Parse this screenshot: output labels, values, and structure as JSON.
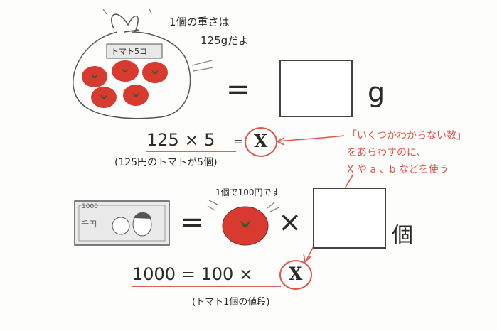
{
  "bag": {
    "label": "トマト5コ",
    "speech": [
      "1個の重さは",
      "125gだよ"
    ]
  },
  "eq1": {
    "equals": "=",
    "unit": "g"
  },
  "calc1": {
    "left": "125 × 5",
    "equals": "=",
    "var": "X",
    "note": "(125円のトマトが5個)"
  },
  "explain": {
    "lines": [
      "「いくつかわからない数」",
      "をあらわすのに、",
      "X や a 、b などを使う"
    ]
  },
  "eq2": {
    "speech": "1個で100円です",
    "bill_label": "千円",
    "bill_number": "1000",
    "equals": "=",
    "times": "×",
    "unit": "個"
  },
  "calc2": {
    "left": "1000 = 100 ×",
    "var": "X",
    "note": "(トマト1個の値段)"
  },
  "colors": {
    "accent": "#e0554a",
    "tomato": "#d83a30",
    "ink": "#2a2a2a"
  }
}
